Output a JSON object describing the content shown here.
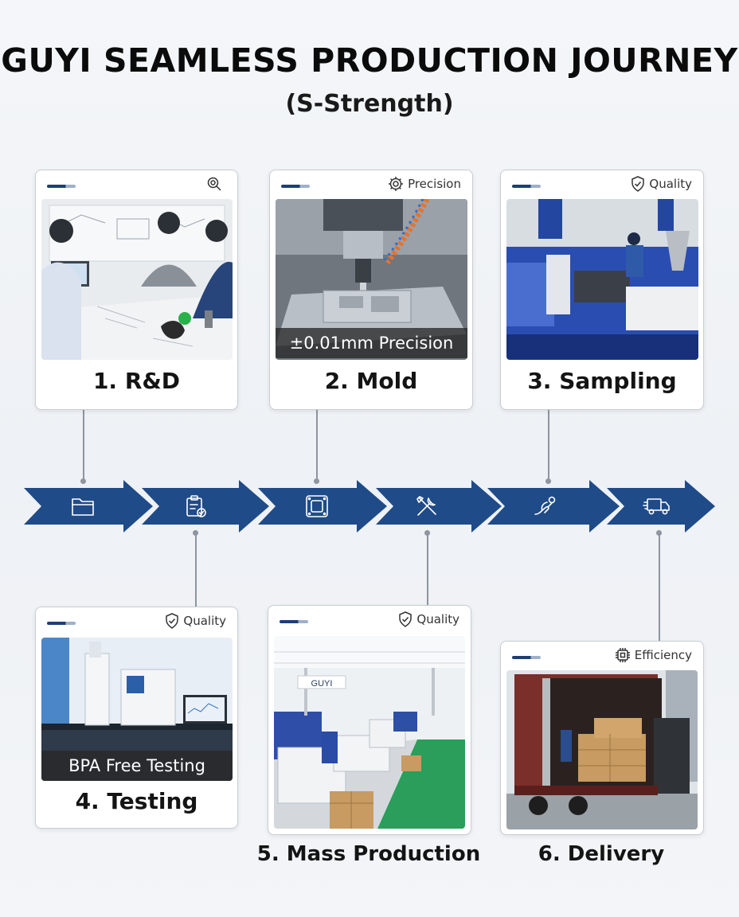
{
  "title": "GUYI SEAMLESS PRODUCTION JOURNEY",
  "subtitle": "(S-Strength)",
  "cards": [
    {
      "step": "1. R&D",
      "tag": "",
      "tag_icon": "magnifier-icon"
    },
    {
      "step": "2. Mold",
      "tag": "Precision",
      "tag_icon": "gear-icon",
      "overlay": "±0.01mm Precision"
    },
    {
      "step": "3. Sampling",
      "tag": "Quality",
      "tag_icon": "shield-check-icon"
    },
    {
      "step": "4. Testing",
      "tag": "Quality",
      "tag_icon": "shield-check-icon",
      "overlay": "BPA Free Testing"
    },
    {
      "step": "5. Mass Production",
      "tag": "Quality",
      "tag_icon": "shield-check-icon",
      "photo_sign": "GUYI"
    },
    {
      "step": "6. Delivery",
      "tag": "Efficiency",
      "tag_icon": "chip-icon"
    }
  ],
  "flow_icons": [
    "folder-icon",
    "clipboard-check-icon",
    "mold-frame-icon",
    "tools-icon",
    "sample-hand-icon",
    "truck-icon"
  ],
  "colors": {
    "arrow": "#1f4b88",
    "accent": "#1d3f73",
    "connector": "#8e959e"
  }
}
